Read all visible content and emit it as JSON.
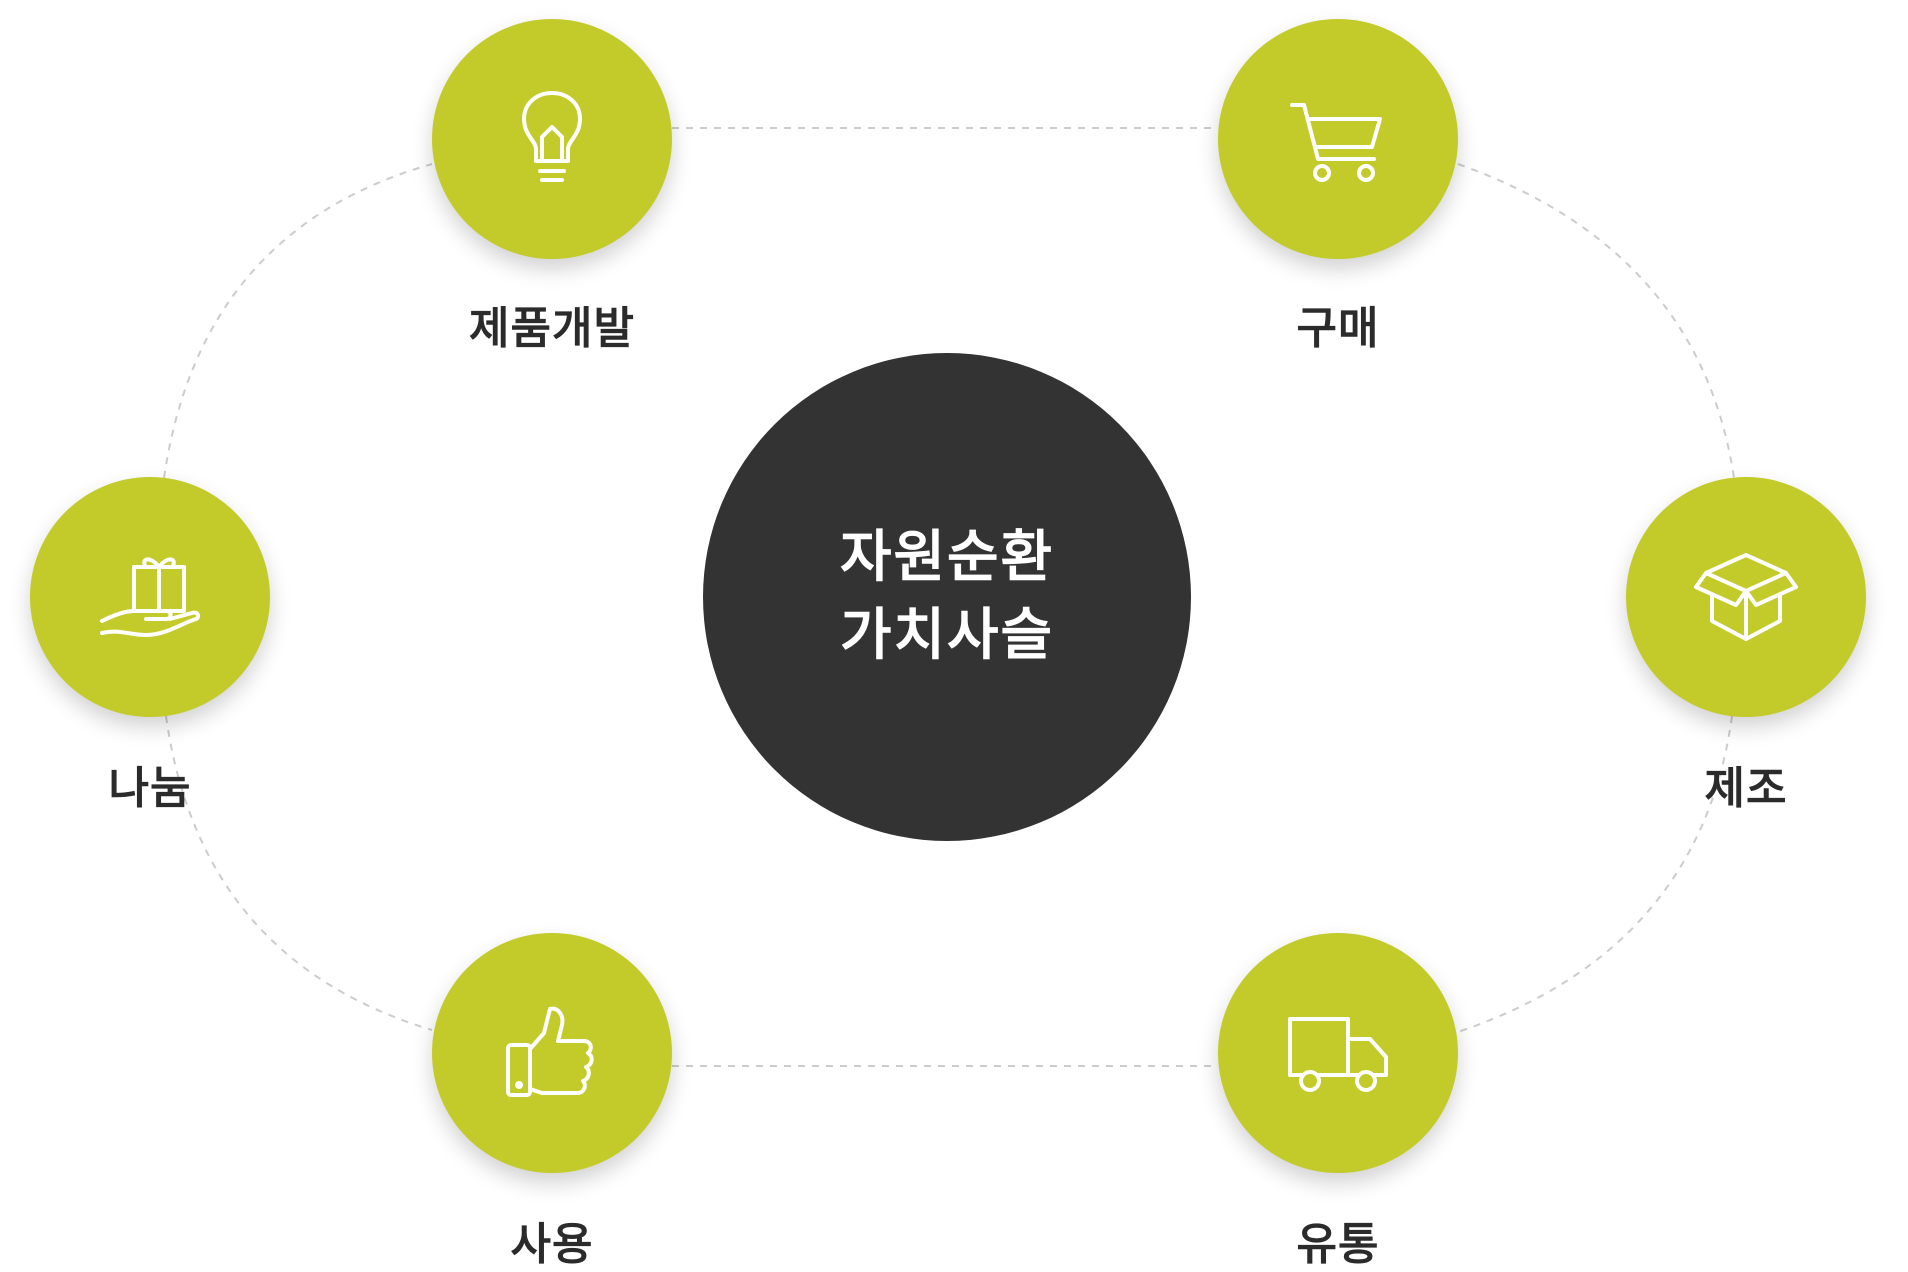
{
  "center": {
    "line1": "자원순환",
    "line2": "가치사슬"
  },
  "nodes": [
    {
      "id": "product-development",
      "label": "제품개발",
      "icon": "lightbulb-icon"
    },
    {
      "id": "purchase",
      "label": "구매",
      "icon": "shopping-cart-icon"
    },
    {
      "id": "manufacturing",
      "label": "제조",
      "icon": "open-box-icon"
    },
    {
      "id": "distribution",
      "label": "유통",
      "icon": "delivery-truck-icon"
    },
    {
      "id": "use",
      "label": "사용",
      "icon": "thumbs-up-icon"
    },
    {
      "id": "sharing",
      "label": "나눔",
      "icon": "gift-in-hand-icon"
    }
  ],
  "colors": {
    "node_fill": "#c3cb2b",
    "center_fill": "#333333",
    "icon_stroke": "#ffffff",
    "label_text": "#2b2b2b",
    "connector": "#cccccc"
  }
}
